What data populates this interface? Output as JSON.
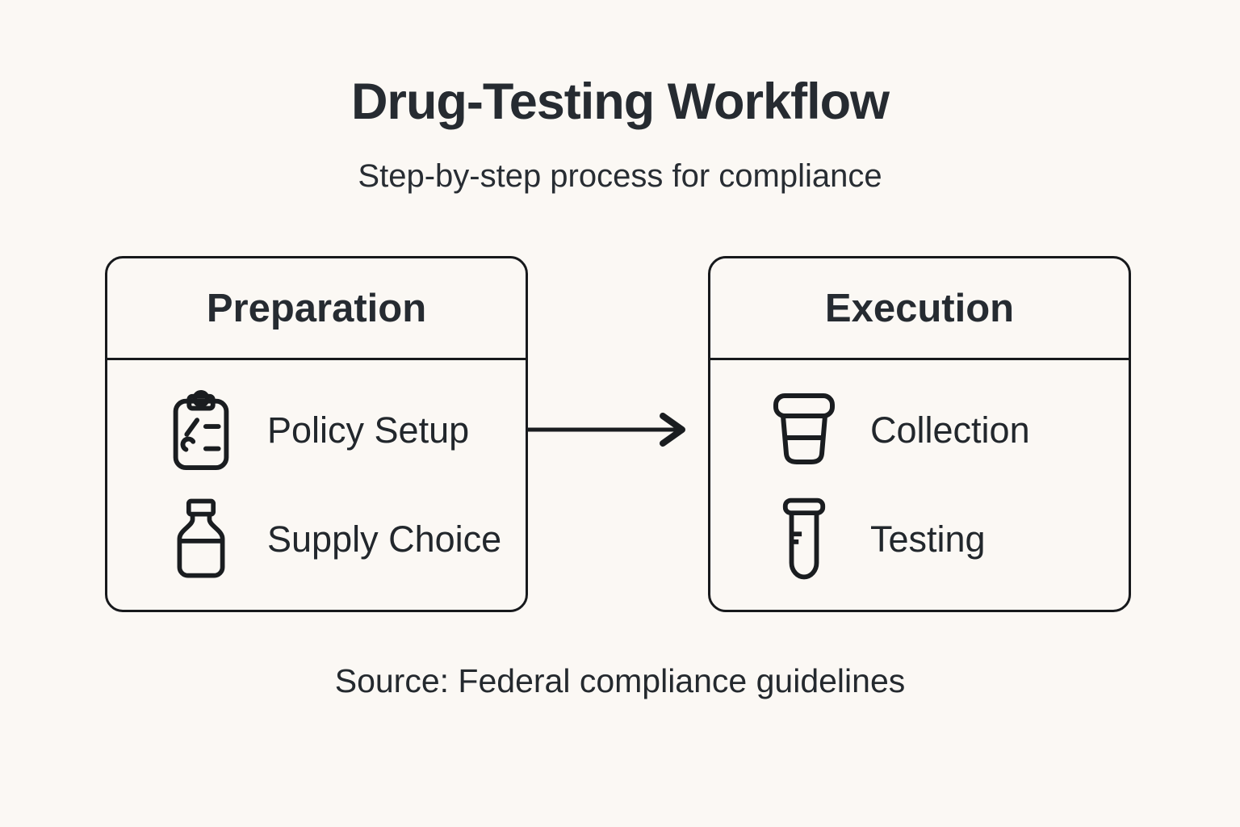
{
  "page": {
    "title": "Drug-Testing Workflow",
    "subtitle": "Step-by-step process for compliance",
    "source": "Source: Federal compliance guidelines"
  },
  "flow": {
    "boxes": [
      {
        "title": "Preparation",
        "items": [
          {
            "icon": "clipboard-icon",
            "label": "Policy Setup"
          },
          {
            "icon": "bottle-icon",
            "label": "Supply Choice"
          }
        ]
      },
      {
        "title": "Execution",
        "items": [
          {
            "icon": "specimen-cup-icon",
            "label": "Collection"
          },
          {
            "icon": "test-tube-icon",
            "label": "Testing"
          }
        ]
      }
    ],
    "connector": "arrow-right"
  },
  "colors": {
    "background": "#fbf8f4",
    "ink": "#24292e",
    "line": "#17191c"
  }
}
